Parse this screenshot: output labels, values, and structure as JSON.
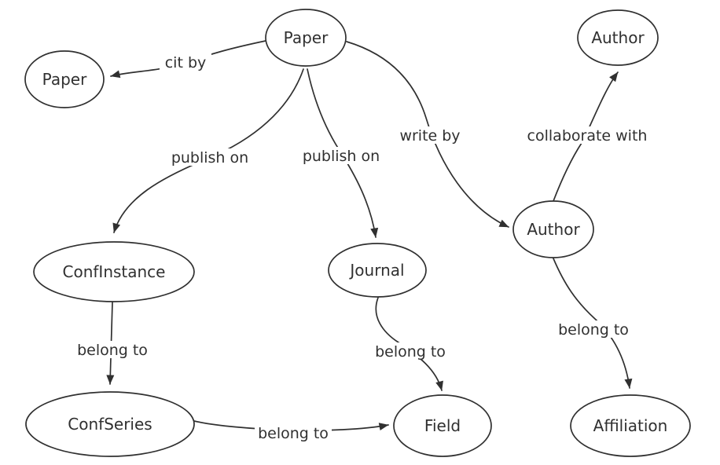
{
  "diagram": {
    "type": "entity-relationship-graph",
    "background_color": "#ffffff",
    "stroke_color": "#303030",
    "nodes": [
      {
        "id": "paper-main",
        "label": "Paper"
      },
      {
        "id": "paper-cited",
        "label": "Paper"
      },
      {
        "id": "author-collab",
        "label": "Author"
      },
      {
        "id": "author-main",
        "label": "Author"
      },
      {
        "id": "conf-instance",
        "label": "ConfInstance"
      },
      {
        "id": "journal",
        "label": "Journal"
      },
      {
        "id": "conf-series",
        "label": "ConfSeries"
      },
      {
        "id": "field",
        "label": "Field"
      },
      {
        "id": "affiliation",
        "label": "Affiliation"
      }
    ],
    "edges": [
      {
        "from": "paper-main",
        "to": "paper-cited",
        "label": "cit by"
      },
      {
        "from": "paper-main",
        "to": "conf-instance",
        "label": "publish on"
      },
      {
        "from": "paper-main",
        "to": "journal",
        "label": "publish on"
      },
      {
        "from": "paper-main",
        "to": "author-main",
        "label": "write by"
      },
      {
        "from": "author-main",
        "to": "author-collab",
        "label": "collaborate with"
      },
      {
        "from": "conf-instance",
        "to": "conf-series",
        "label": "belong to"
      },
      {
        "from": "journal",
        "to": "field",
        "label": "belong to"
      },
      {
        "from": "conf-series",
        "to": "field",
        "label": "belong to"
      },
      {
        "from": "author-main",
        "to": "affiliation",
        "label": "belong to"
      }
    ]
  }
}
